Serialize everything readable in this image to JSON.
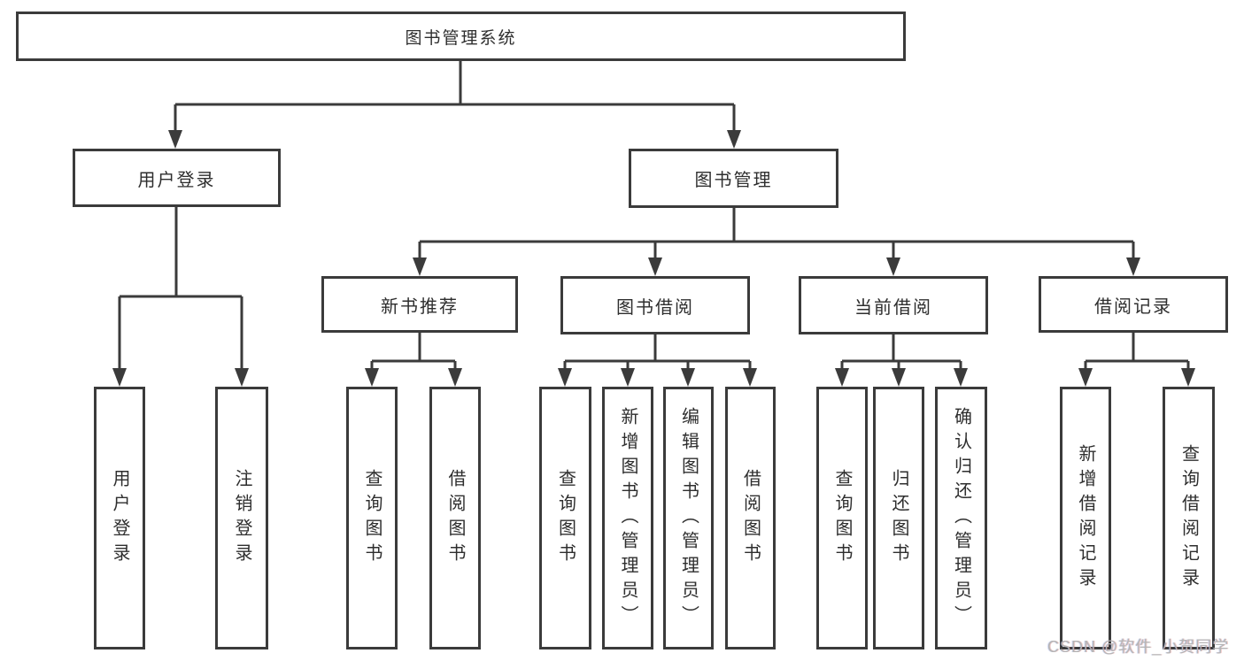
{
  "diagram": {
    "root": {
      "label": "图书管理系统"
    },
    "level2": [
      {
        "label": "用户登录"
      },
      {
        "label": "图书管理"
      }
    ],
    "level3": [
      {
        "label": "新书推荐",
        "parent": "图书管理"
      },
      {
        "label": "图书借阅",
        "parent": "图书管理"
      },
      {
        "label": "当前借阅",
        "parent": "图书管理"
      },
      {
        "label": "借阅记录",
        "parent": "图书管理"
      }
    ],
    "leaves": [
      {
        "label": "用户登录",
        "parent": "用户登录"
      },
      {
        "label": "注销登录",
        "parent": "用户登录"
      },
      {
        "label": "查询图书",
        "parent": "新书推荐"
      },
      {
        "label": "借阅图书",
        "parent": "新书推荐"
      },
      {
        "label": "查询图书",
        "parent": "图书借阅"
      },
      {
        "label": "新增图书（管理员）",
        "parent": "图书借阅"
      },
      {
        "label": "编辑图书（管理员）",
        "parent": "图书借阅"
      },
      {
        "label": "借阅图书",
        "parent": "图书借阅"
      },
      {
        "label": "查询图书",
        "parent": "当前借阅"
      },
      {
        "label": "归还图书",
        "parent": "当前借阅"
      },
      {
        "label": "确认归还（管理员）",
        "parent": "当前借阅"
      },
      {
        "label": "新增借阅记录",
        "parent": "借阅记录"
      },
      {
        "label": "查询借阅记录",
        "parent": "借阅记录"
      }
    ]
  },
  "watermark": {
    "text": "CSDN @软件_小贺同学"
  },
  "colors": {
    "line": "#3b3b3b",
    "text": "#2e2e2e",
    "watermark": "#b5b5b5",
    "background": "#ffffff"
  }
}
